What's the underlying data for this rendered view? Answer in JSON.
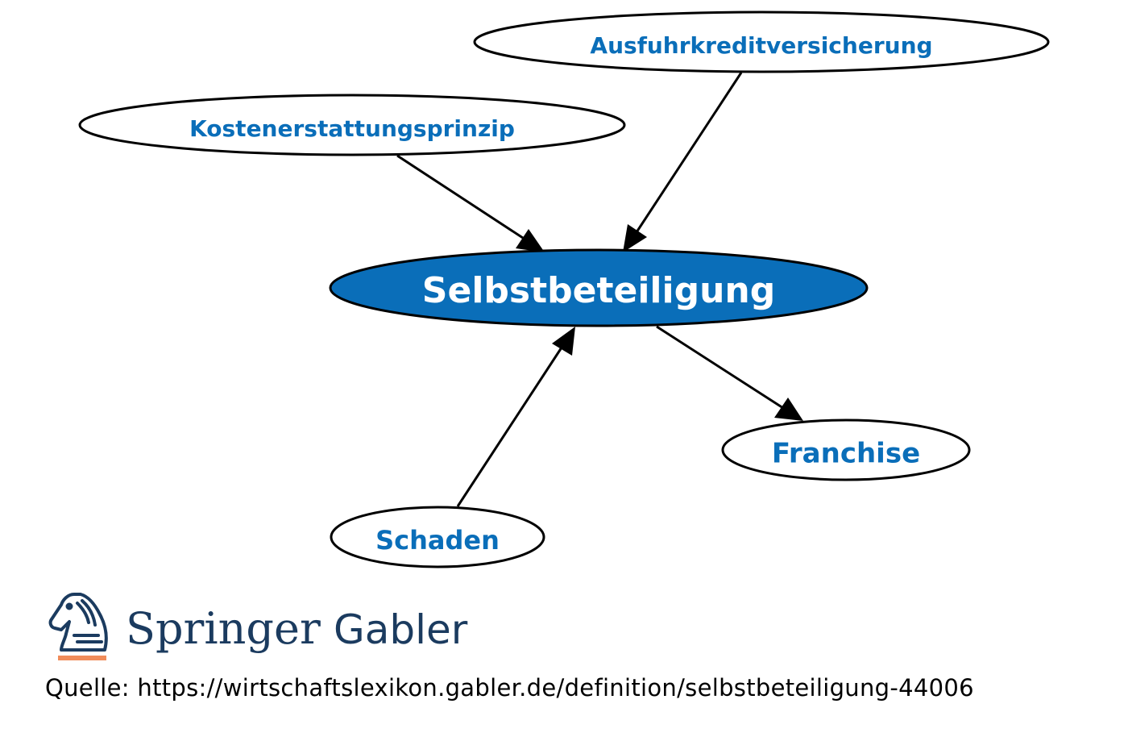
{
  "diagram": {
    "center": {
      "id": "selbstbeteiligung",
      "label": "Selbstbeteiligung"
    },
    "nodes": [
      {
        "id": "ausfuhrkreditversicherung",
        "label": "Ausfuhrkreditversicherung"
      },
      {
        "id": "kostenerstattungsprinzip",
        "label": "Kostenerstattungsprinzip"
      },
      {
        "id": "franchise",
        "label": "Franchise"
      },
      {
        "id": "schaden",
        "label": "Schaden"
      }
    ],
    "edges": [
      {
        "from": "kostenerstattungsprinzip",
        "to": "selbstbeteiligung"
      },
      {
        "from": "ausfuhrkreditversicherung",
        "to": "selbstbeteiligung"
      },
      {
        "from": "selbstbeteiligung",
        "to": "franchise"
      },
      {
        "from": "schaden",
        "to": "selbstbeteiligung"
      }
    ],
    "colors": {
      "center_fill": "#0a6eb9",
      "center_text": "#ffffff",
      "node_fill": "#ffffff",
      "node_text": "#0a6eb9",
      "edge": "#000000"
    }
  },
  "logo": {
    "icon": "springer-horse-icon",
    "brand": "Springer",
    "sub": "Gabler",
    "colors": {
      "text": "#1b3b5f",
      "underline": "#f08c5a"
    }
  },
  "source": {
    "text": "Quelle: https://wirtschaftslexikon.gabler.de/definition/selbstbeteiligung-44006"
  }
}
